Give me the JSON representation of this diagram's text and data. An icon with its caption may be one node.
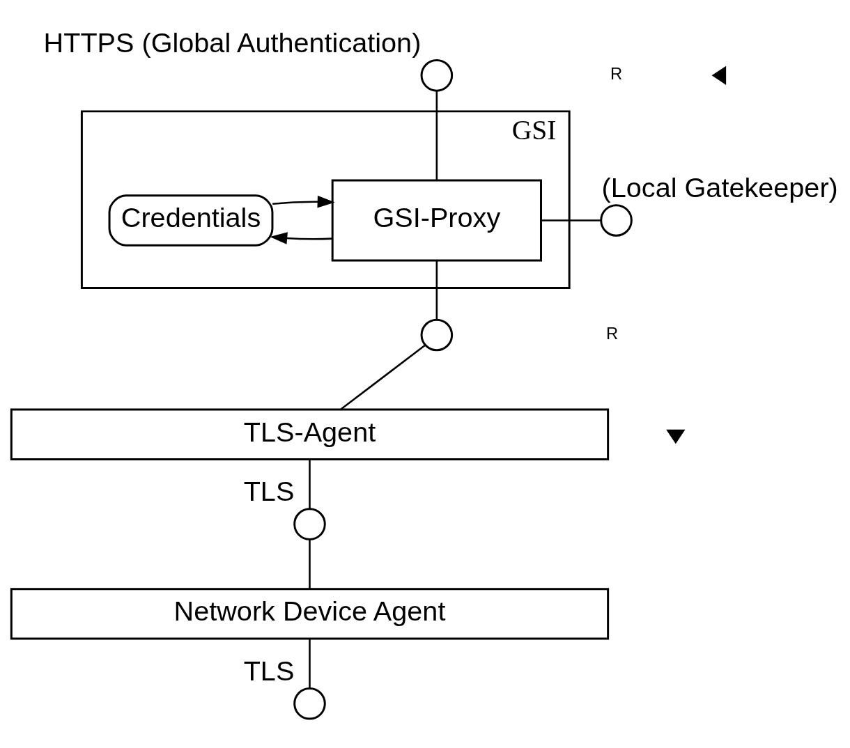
{
  "diagram": {
    "nodes": [
      {
        "text": [],
        "shape": "circle",
        "beside": [
          "HTTPS (Global Authentication)"
        ]
      },
      {
        "text": [
          "GSI"
        ]
      },
      {
        "text": [
          "GSI-Proxy"
        ],
        "in": 1
      },
      {
        "text": [
          "Credentials"
        ],
        "in": 1
      },
      {
        "text": [],
        "shape": "circle",
        "beside": [
          "(Local Gatekeeper)"
        ]
      },
      {
        "text": [],
        "shape": "circle"
      },
      {
        "text": [
          "TLS-Agent"
        ]
      },
      {
        "text": [],
        "shape": "circle",
        "beside": [
          "TLS"
        ]
      },
      {
        "text": [
          "Network Device Agent"
        ]
      },
      {
        "text": [],
        "shape": "circle",
        "beside": [
          "TLS"
        ]
      }
    ],
    "edges": [
      {
        "from": 0,
        "to": 2,
        "arrow": "none"
      },
      {
        "from": 4,
        "to": 2,
        "arrow": "none"
      },
      {
        "from": 2,
        "to": 3,
        "arrow": "to"
      },
      {
        "from": 3,
        "to": 2,
        "arrow": "to"
      },
      {
        "from": 2,
        "to": 5,
        "arrow": "none"
      },
      {
        "from": 5,
        "to": 6,
        "arrow": "none"
      },
      {
        "from": 6,
        "to": 7,
        "arrow": "none"
      },
      {
        "from": 7,
        "to": 8,
        "arrow": "none"
      },
      {
        "from": 8,
        "to": 9,
        "arrow": "none"
      }
    ],
    "labels": [
      "R",
      "R"
    ]
  }
}
